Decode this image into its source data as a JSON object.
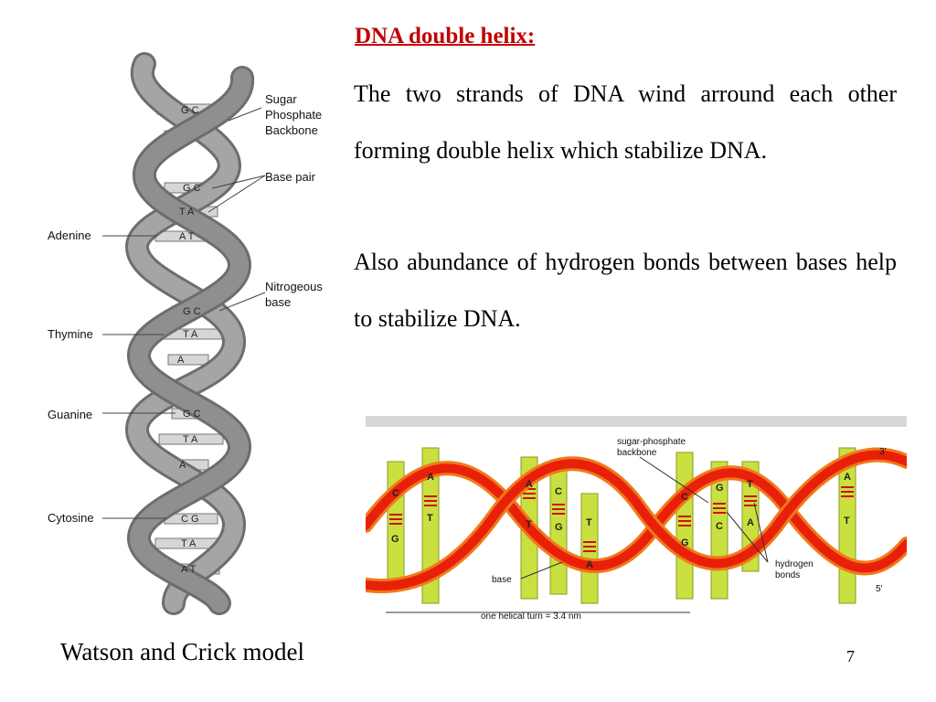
{
  "slide": {
    "heading": "DNA double helix:",
    "paragraph1": "The two strands of DNA wind arround each other forming double helix which stabilize DNA.",
    "paragraph2": "Also abundance of hydrogen bonds between bases  help to stabilize DNA.",
    "caption": "Watson and Crick model",
    "page_number": "7"
  },
  "left_diagram": {
    "labels": {
      "sugar": "Sugar",
      "phosphate": "Phosphate",
      "backbone": "Backbone",
      "base_pair": "Base pair",
      "nitrogeous": "Nitrogeous",
      "base": "base",
      "adenine": "Adenine",
      "thymine": "Thymine",
      "guanine": "Guanine",
      "cytosine": "Cytosine"
    },
    "pairs": [
      "G C",
      "G C",
      "T A",
      "A T",
      "G C",
      "T A",
      "A",
      "G C",
      "T A",
      "A",
      "C G",
      "T A",
      "A T"
    ],
    "colors": {
      "strand": "#8d8d8d",
      "rung": "#d4d4d4"
    }
  },
  "right_diagram": {
    "labels": {
      "sugar_phosphate": "sugar-phosphate",
      "backbone": "backbone",
      "end_3": "3'",
      "end_5": "5'",
      "hydrogen": "hydrogen",
      "bonds": "bonds",
      "base": "base",
      "helical_turn": "one helical turn = 3.4 nm"
    },
    "letters": {
      "b1_top": "C",
      "b1_bot": "G",
      "b2_top": "A",
      "b2_bot": "T",
      "b3_top": "A",
      "b3_bot": "T",
      "b4_top": "C",
      "b4_bot": "G",
      "b5_top": "T",
      "b5_bot": "A",
      "b6_top": "G",
      "b6_bot": "C",
      "b7_top": "C",
      "b7_bot": "G",
      "b8_top": "T",
      "b8_bot": "A",
      "b9_top": "A",
      "b9_bot": "T"
    },
    "colors": {
      "ribbon": "#e8200a",
      "ribbon_edge": "#f07a1a",
      "base": "#c9e040",
      "bond": "#d01010"
    }
  }
}
